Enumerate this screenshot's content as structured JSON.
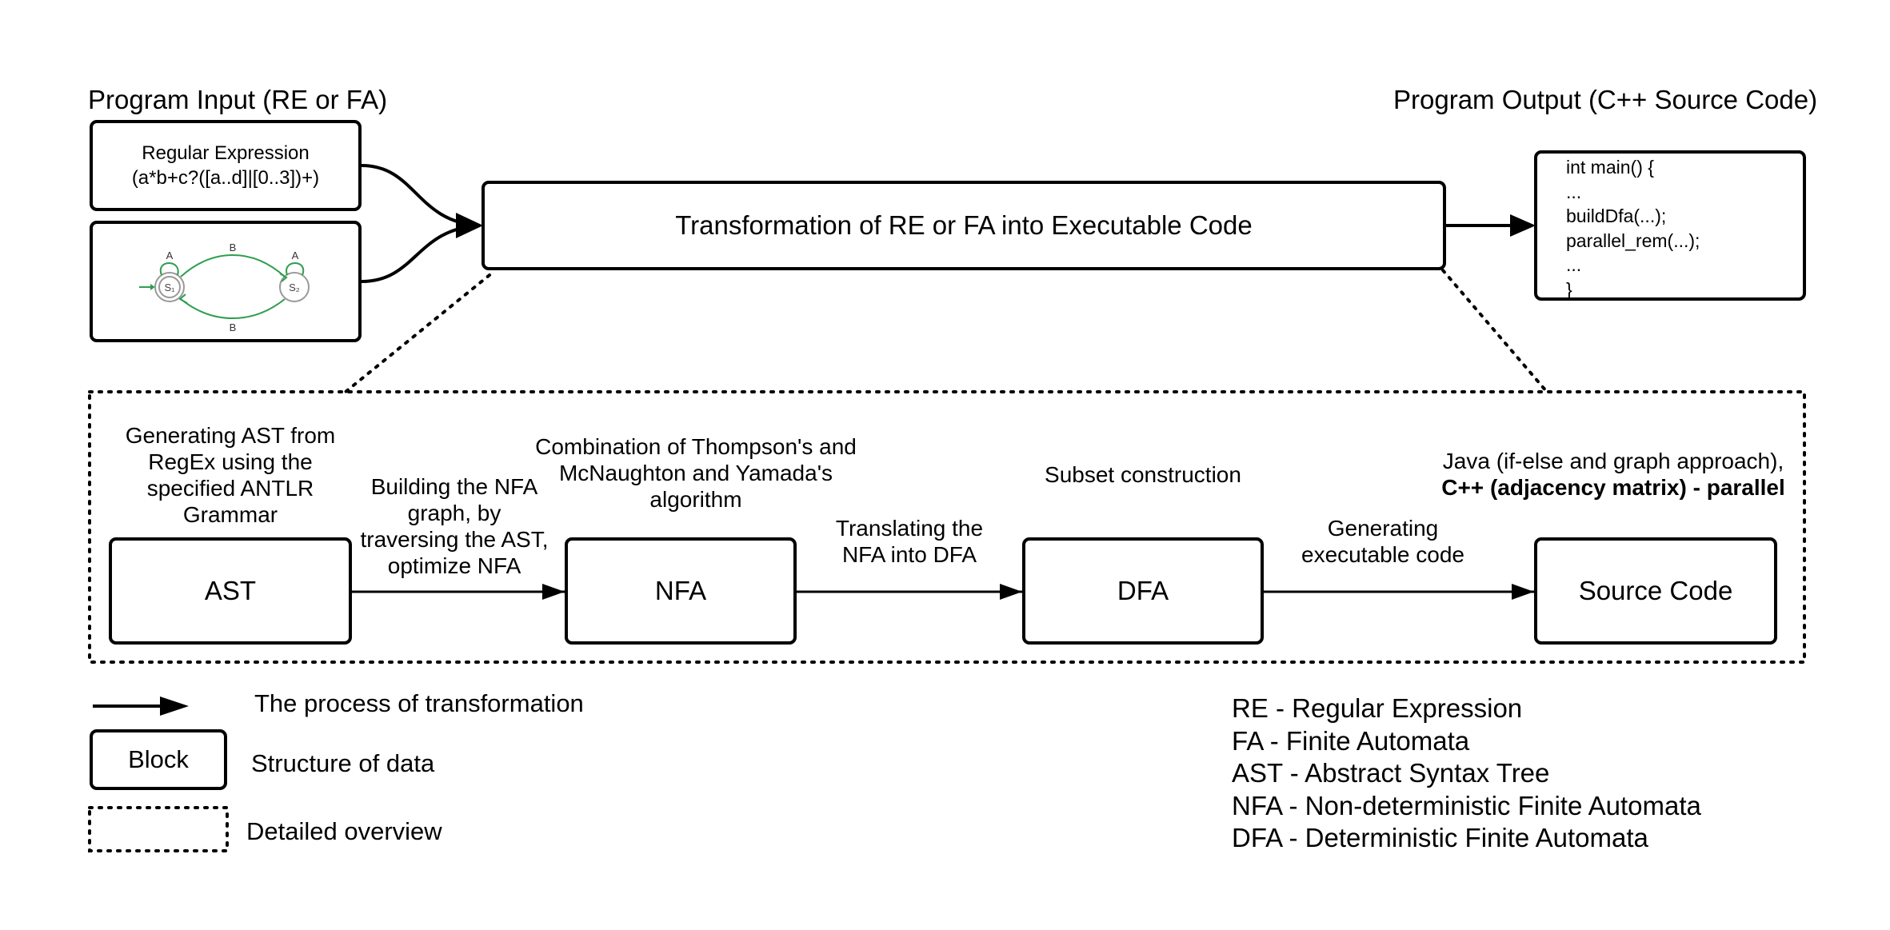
{
  "headings": {
    "input": "Program Input (RE or FA)",
    "output": "Program Output (C++ Source Code)"
  },
  "input_blocks": {
    "regex_title": "Regular Expression",
    "regex_value": "(a*b+c?([a..d]|[0..3])+)",
    "fa_diagram": {
      "state1": "S₁",
      "state2": "S₂",
      "loop1_label": "A",
      "loop2_label": "A",
      "top_edge_label": "B",
      "bottom_edge_label": "B",
      "color": "#2e9e4e"
    }
  },
  "main_block": {
    "label": "Transformation of RE or FA into Executable Code"
  },
  "output_block": {
    "code_lines": [
      "int main() {",
      "...",
      "buildDfa(...);",
      "parallel_rem(...);",
      "...",
      "}"
    ]
  },
  "detail": {
    "blocks": [
      "AST",
      "NFA",
      "DFA",
      "Source Code"
    ],
    "annotations": {
      "ast": [
        "Generating AST from",
        "RegEx using the",
        "specified ANTLR",
        "Grammar"
      ],
      "ast_to_nfa": [
        "Building the NFA",
        "graph, by",
        "traversing the AST,",
        "optimize NFA"
      ],
      "nfa": [
        "Combination of Thompson's and",
        "McNaughton and Yamada's",
        "algorithm"
      ],
      "nfa_to_dfa": [
        "Translating the",
        "NFA into DFA"
      ],
      "dfa": [
        "Subset construction"
      ],
      "dfa_to_code": [
        "Generating",
        "executable code"
      ],
      "code_line1": "Java (if-else and graph approach),",
      "code_line2": "C++ (adjacency matrix) - parallel"
    }
  },
  "legend": {
    "arrow_text": "The process of transformation",
    "block_sample": "Block",
    "block_text": "Structure of data",
    "dotted_text": "Detailed overview"
  },
  "abbreviations": [
    "RE - Regular Expression",
    "FA - Finite Automata",
    "AST - Abstract Syntax Tree",
    "NFA - Non-deterministic Finite Automata",
    "DFA - Deterministic Finite Automata"
  ]
}
